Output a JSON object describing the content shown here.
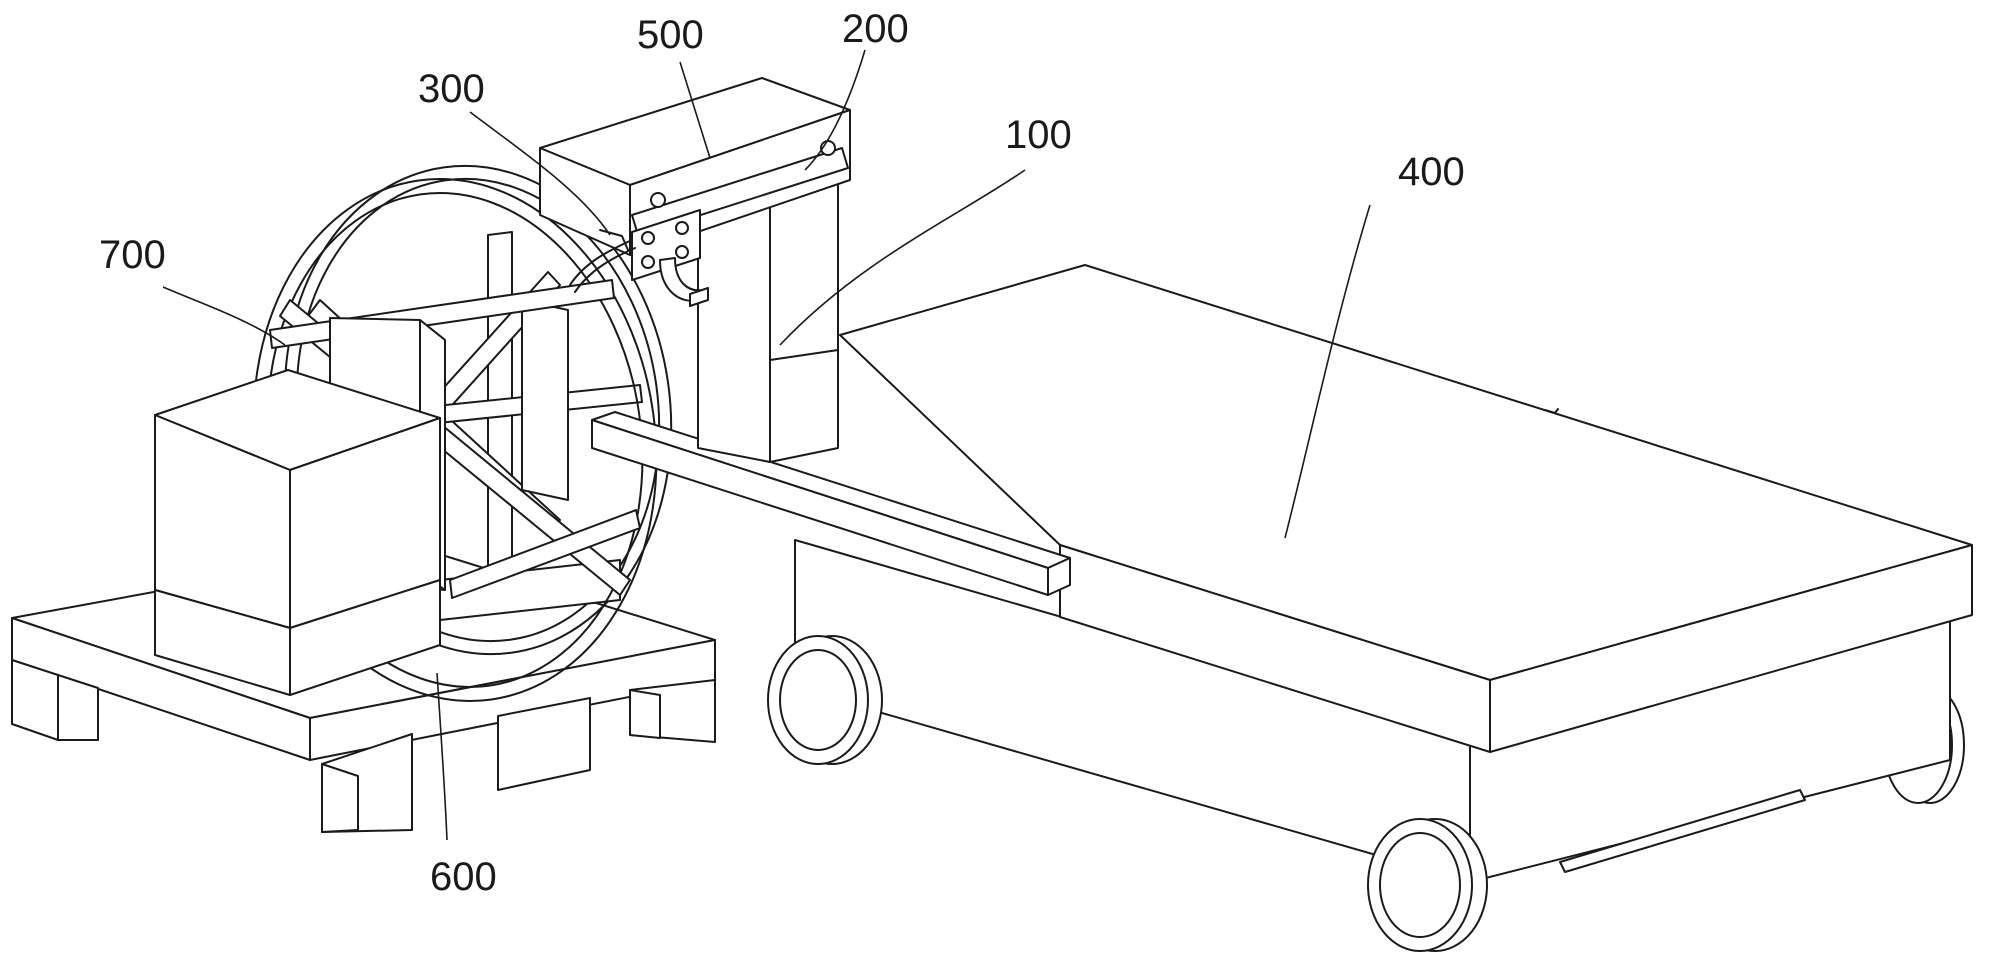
{
  "figure": {
    "background_color": "#ffffff",
    "line_color": "#1a1a1a"
  },
  "labels": {
    "ref_100": "100",
    "ref_200": "200",
    "ref_300": "300",
    "ref_400": "400",
    "ref_500": "500",
    "ref_600": "600",
    "ref_700": "700"
  }
}
